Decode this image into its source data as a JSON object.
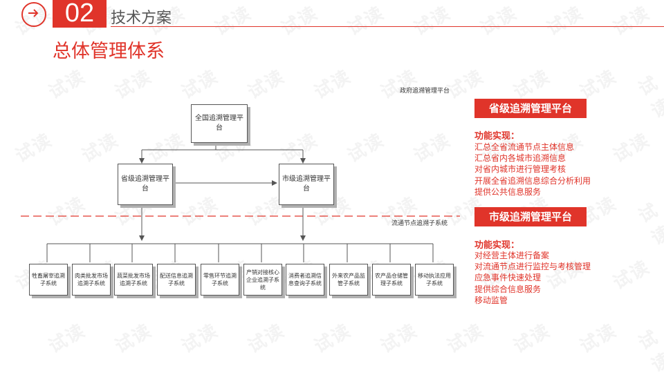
{
  "header": {
    "section_number": "02",
    "section_title": "技术方案"
  },
  "main_title": "总体管理体系",
  "watermark": "试读",
  "diagram": {
    "upper_zone_label": "政府追溯管理平台",
    "lower_zone_label": "流通节点追溯子系统",
    "national": "全国追溯管理平台",
    "provincial": "省级追溯管理平台",
    "municipal": "市级追溯管理平台",
    "subsystems": [
      "牲畜屠宰追溯子系统",
      "肉类批发市场追溯子系统",
      "蔬菜批发市场追溯子系统",
      "配送信息追溯子系统",
      "零售环节追溯子系统",
      "产销对接核心企业追溯子系统",
      "消费者追溯信息查询子系统",
      "外来农产品监管子系统",
      "农产品仓储管理子系统",
      "移动执法应用子系统"
    ]
  },
  "right_panel": {
    "provincial": {
      "title": "省级追溯管理平台",
      "heading": "功能实现：",
      "items": [
        "汇总全省流通节点主体信息",
        "汇总省内各城市追溯信息",
        "对省内城市进行管理考核",
        "开展全省追溯信息综合分析利用",
        "提供公共信息服务"
      ]
    },
    "municipal": {
      "title": "市级追溯管理平台",
      "heading": "功能实现：",
      "items": [
        "对经营主体进行备案",
        "对流通节点进行监控与考核管理",
        "应急事件快速处理",
        "提供综合信息服务",
        "移动监管"
      ]
    }
  },
  "colors": {
    "accent": "#e0342a"
  }
}
